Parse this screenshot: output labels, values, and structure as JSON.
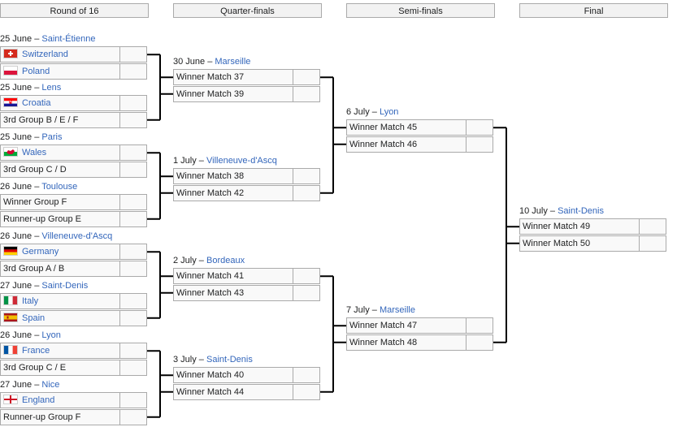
{
  "headers": {
    "r16": "Round of 16",
    "qf": "Quarter-finals",
    "sf": "Semi-finals",
    "final": "Final"
  },
  "r16": [
    {
      "date": "25 June",
      "venue": "Saint-Étienne",
      "team1": "Switzerland",
      "team1_flag": "switzerland-flag-icon",
      "team2": "Poland",
      "team2_flag": "poland-flag-icon"
    },
    {
      "date": "25 June",
      "venue": "Lens",
      "team1": "Croatia",
      "team1_flag": "croatia-flag-icon",
      "team2": "3rd Group B / E / F",
      "team2_flag": ""
    },
    {
      "date": "25 June",
      "venue": "Paris",
      "team1": "Wales",
      "team1_flag": "wales-flag-icon",
      "team2": "3rd Group C / D",
      "team2_flag": ""
    },
    {
      "date": "26 June",
      "venue": "Toulouse",
      "team1": "Winner Group F",
      "team1_flag": "",
      "team2": "Runner-up Group E",
      "team2_flag": ""
    },
    {
      "date": "26 June",
      "venue": "Villeneuve-d'Ascq",
      "team1": "Germany",
      "team1_flag": "germany-flag-icon",
      "team2": "3rd Group A / B",
      "team2_flag": ""
    },
    {
      "date": "27 June",
      "venue": "Saint-Denis",
      "team1": "Italy",
      "team1_flag": "italy-flag-icon",
      "team2": "Spain",
      "team2_flag": "spain-flag-icon"
    },
    {
      "date": "26 June",
      "venue": "Lyon",
      "team1": "France",
      "team1_flag": "france-flag-icon",
      "team2": "3rd Group C / E",
      "team2_flag": ""
    },
    {
      "date": "27 June",
      "venue": "Nice",
      "team1": "England",
      "team1_flag": "england-flag-icon",
      "team2": "Runner-up Group F",
      "team2_flag": ""
    }
  ],
  "qf": [
    {
      "date": "30 June",
      "venue": "Marseille",
      "team1": "Winner Match 37",
      "team2": "Winner Match 39"
    },
    {
      "date": "1 July",
      "venue": "Villeneuve-d'Ascq",
      "team1": "Winner Match 38",
      "team2": "Winner Match 42"
    },
    {
      "date": "2 July",
      "venue": "Bordeaux",
      "team1": "Winner Match 41",
      "team2": "Winner Match 43"
    },
    {
      "date": "3 July",
      "venue": "Saint-Denis",
      "team1": "Winner Match 40",
      "team2": "Winner Match 44"
    }
  ],
  "sf": [
    {
      "date": "6 July",
      "venue": "Lyon",
      "team1": "Winner Match 45",
      "team2": "Winner Match 46"
    },
    {
      "date": "7 July",
      "venue": "Marseille",
      "team1": "Winner Match 47",
      "team2": "Winner Match 48"
    }
  ],
  "final": [
    {
      "date": "10 July",
      "venue": "Saint-Denis",
      "team1": "Winner Match 49",
      "team2": "Winner Match 50"
    }
  ],
  "separator": " – ",
  "colors": {
    "link": "#3366bb",
    "cell_bg": "#f9f9f9",
    "header_bg": "#f2f2f2",
    "border": "#aaaaaa",
    "line": "#000000"
  }
}
